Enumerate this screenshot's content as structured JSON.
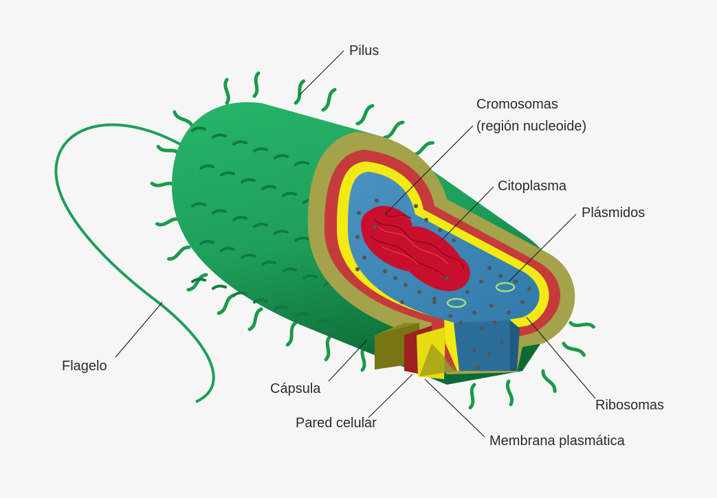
{
  "diagram": {
    "labels": {
      "pilus": "Pilus",
      "cromosomas_line1": "Cromosomas",
      "cromosomas_line2": "(región nucleoide)",
      "citoplasma": "Citoplasma",
      "plasmidos": "Plásmidos",
      "flagelo": "Flagelo",
      "capsula": "Cápsula",
      "pared_celular": "Pared celular",
      "ribosomas": "Ribosomas",
      "membrana_plasmatica": "Membrana plasmática"
    },
    "colors": {
      "body_green": "#1e9e5a",
      "body_dark": "#0e6b38",
      "capsule": "#a4a24a",
      "capsule_dark": "#6e6a18",
      "cell_wall": "#c53b3b",
      "membrane": "#f2ea14",
      "cytoplasm": "#3b87b8",
      "chromosome": "#c8102e",
      "plasmid": "#9fe07a",
      "ribosome": "#555555"
    }
  }
}
